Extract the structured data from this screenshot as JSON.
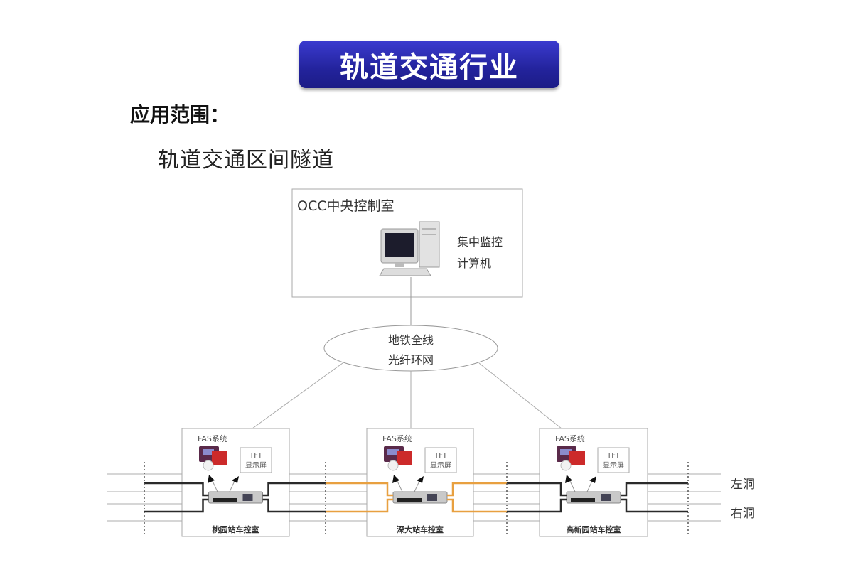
{
  "title": "轨道交通行业",
  "scope_label": "应用范围：",
  "scope_value": "轨道交通区间隧道",
  "occ": {
    "title": "OCC中央控制室",
    "computer_line1": "集中监控",
    "computer_line2": "计算机"
  },
  "network": {
    "line1": "地铁全线",
    "line2": "光纤环网"
  },
  "stations": [
    {
      "fas": "FAS系统",
      "tft1": "TFT",
      "tft2": "显示屏",
      "name": "桃园站车控室"
    },
    {
      "fas": "FAS系统",
      "tft1": "TFT",
      "tft2": "显示屏",
      "name": "深大站车控室"
    },
    {
      "fas": "FAS系统",
      "tft1": "TFT",
      "tft2": "显示屏",
      "name": "高新园站车控室"
    }
  ],
  "tunnels": {
    "left": "左洞",
    "right": "右洞"
  },
  "colors": {
    "title_bg": "#2a2aae",
    "fiber_black": "#2a2a2a",
    "fiber_orange": "#e8a040",
    "line_gray": "#b8b8b8"
  }
}
